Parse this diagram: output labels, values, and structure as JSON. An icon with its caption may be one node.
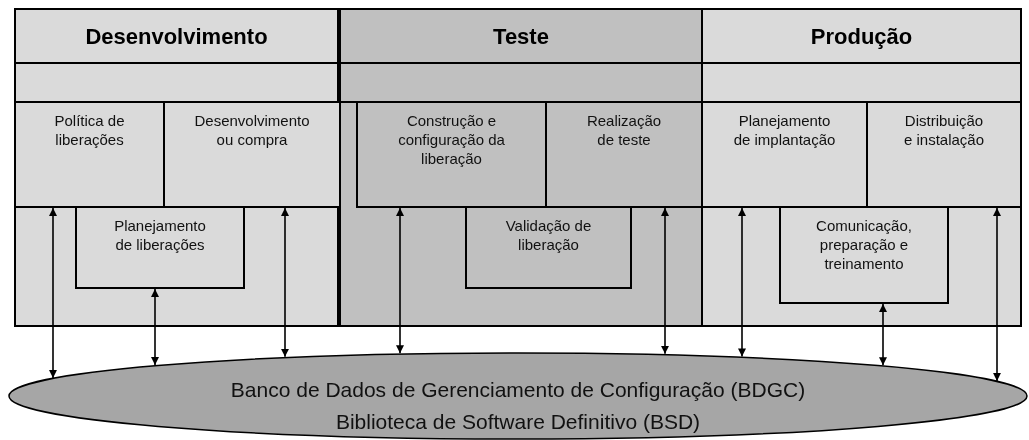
{
  "diagram": {
    "nodes": [
      {
        "text": [
          "Desenvolvimento"
        ]
      },
      {
        "text": [],
        "shape": "box",
        "in": 0
      },
      {
        "text": [
          "Política de liberações"
        ],
        "in": 0
      },
      {
        "text": [
          "Desenvolvimento ou compra"
        ],
        "in": 0
      },
      {
        "text": [
          "Planejamento de liberações"
        ],
        "in": 0
      },
      {
        "text": [
          "Teste"
        ]
      },
      {
        "text": [],
        "shape": "box",
        "in": 5
      },
      {
        "text": [
          "Construção e configuração da liberação"
        ],
        "in": 5
      },
      {
        "text": [
          "Realização de teste"
        ],
        "in": 5
      },
      {
        "text": [
          "Validação de liberação"
        ],
        "in": 5
      },
      {
        "text": [
          "Produção"
        ]
      },
      {
        "text": [],
        "shape": "box",
        "in": 10
      },
      {
        "text": [
          "Planejamento de implantação"
        ],
        "in": 10
      },
      {
        "text": [
          "Distribuição e instalação"
        ],
        "in": 10
      },
      {
        "text": [
          "Comunicação, preparação e treinamento"
        ],
        "in": 10
      },
      {
        "text": [
          "Banco de Dados de Gerenciamento de Configuração (BDGC)",
          "Biblioteca de Software Definitivo (BSD)"
        ]
      }
    ],
    "edges": [
      {
        "from": 2,
        "to": 15,
        "arrow": "both"
      },
      {
        "from": 4,
        "to": 15,
        "arrow": "both"
      },
      {
        "from": 3,
        "to": 15,
        "arrow": "both"
      },
      {
        "from": 7,
        "to": 15,
        "arrow": "both"
      },
      {
        "from": 8,
        "to": 15,
        "arrow": "both"
      },
      {
        "from": 12,
        "to": 15,
        "arrow": "both"
      },
      {
        "from": 14,
        "to": 15,
        "arrow": "both"
      },
      {
        "from": 13,
        "to": 15,
        "arrow": "both"
      }
    ]
  }
}
